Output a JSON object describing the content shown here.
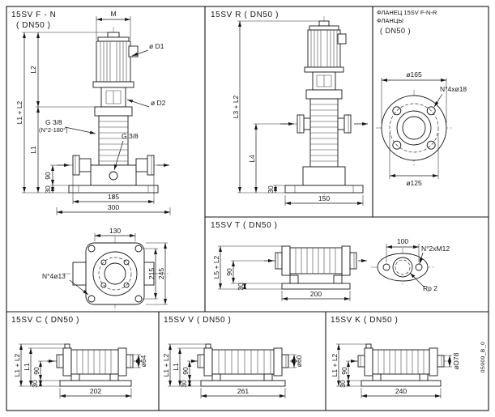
{
  "doc_code": "05909_B_0",
  "panel_fn": {
    "title": "15SV F - N",
    "subtitle": "( DN50 )",
    "dim_m": "M",
    "dim_d1": "ø D1",
    "dim_d2": "ø D2",
    "dim_l1_l2": "L1 + L2",
    "dim_l2": "L2",
    "dim_l1": "L1",
    "dim_g38_a": "G 3/8",
    "dim_g38_a_note": "(N°2-180°)",
    "dim_g38_b": "G 3/8",
    "dim_90": "90",
    "dim_30": "30",
    "dim_185": "185",
    "dim_300": "300"
  },
  "panel_fn_base": {
    "dim_130": "130",
    "dim_215": "215",
    "dim_245": "245",
    "dim_holes": "N°4ø13"
  },
  "panel_r": {
    "title": "15SV R ( DN50 )",
    "dim_l3_l2": "L3 + L2",
    "dim_l4": "L4",
    "dim_30": "30",
    "dim_150": "150"
  },
  "panel_flange": {
    "title1": "ФЛАНЕЦ 15SV F-N-R",
    "title2": "ФЛАНЦЫ",
    "title3": "( DN50 )",
    "dim_d165": "ø165",
    "dim_holes": "N°4xø18",
    "dim_d125": "ø125"
  },
  "panel_t": {
    "title": "15SV T ( DN50 )",
    "dim_l5_l2": "L5 + L2",
    "dim_90": "90",
    "dim_30": "30",
    "dim_200": "200",
    "dim_100": "100",
    "dim_holes": "N°2xM12",
    "dim_rp2": "Rp 2"
  },
  "panel_c": {
    "title": "15SV C ( DN50 )",
    "dim_l1_l2": "L1 + L2",
    "dim_l1": "L1",
    "dim_90": "90",
    "dim_30": "30",
    "dim_202": "202",
    "dim_d64": "ø64"
  },
  "panel_v": {
    "title": "15SV V ( DN50 )",
    "dim_l1_l2": "L1 + L2",
    "dim_l1": "L1",
    "dim_90": "90",
    "dim_30": "30",
    "dim_261": "261",
    "dim_d60": "ø60"
  },
  "panel_k": {
    "title": "15SV K ( DN50 )",
    "dim_l1_l2": "L1 + L2",
    "dim_90": "90",
    "dim_30": "30",
    "dim_240": "240",
    "dim_d78": "øD78"
  }
}
